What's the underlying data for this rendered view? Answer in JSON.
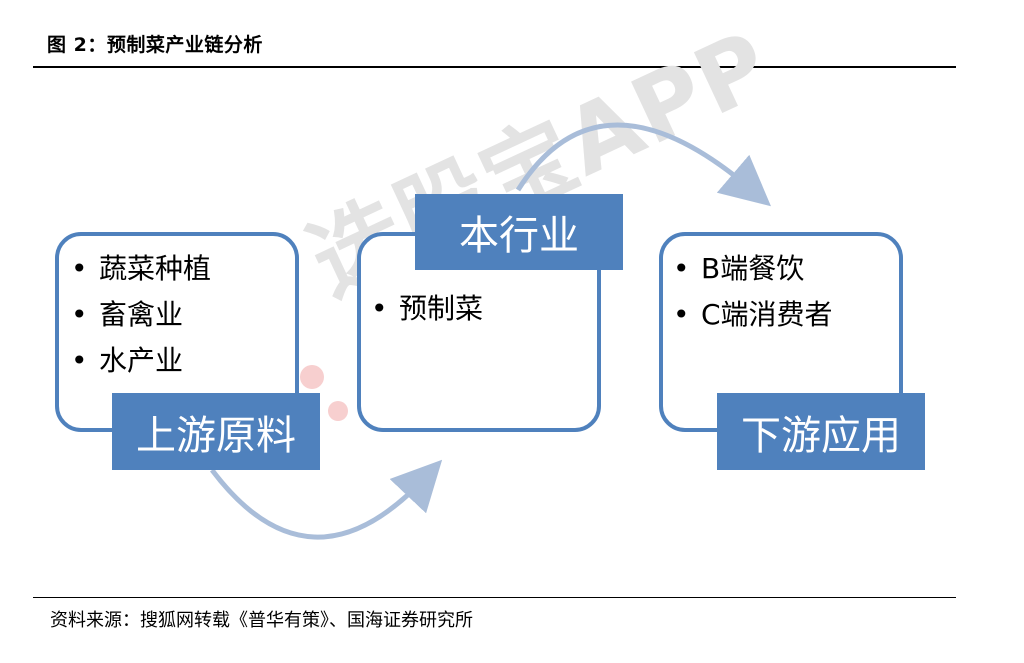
{
  "figure": {
    "title": "图 2：预制菜产业链分析",
    "source": "资料来源：搜狐网转载《普华有策》、国海证券研究所"
  },
  "watermark": "选股宝APP",
  "colors": {
    "accent": "#4f81bd",
    "arrow": "#a9bdd9"
  },
  "upstream": {
    "label": "上游原料",
    "items": [
      "蔬菜种植",
      "畜禽业",
      "水产业"
    ]
  },
  "midstream": {
    "label": "本行业",
    "items": [
      "预制菜"
    ]
  },
  "downstream": {
    "label": "下游应用",
    "items": [
      "B端餐饮",
      "C端消费者"
    ]
  }
}
